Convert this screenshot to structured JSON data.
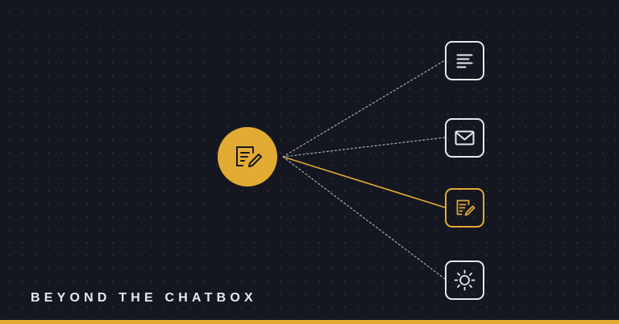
{
  "caption": {
    "text": "BEYOND THE CHATBOX"
  },
  "hub": {
    "icon": "document-pen-icon"
  },
  "targets": [
    {
      "id": "text-lines",
      "icon": "text-lines-icon",
      "active": false
    },
    {
      "id": "mail",
      "icon": "envelope-icon",
      "active": false
    },
    {
      "id": "document-edit",
      "icon": "document-pen-icon",
      "active": true
    },
    {
      "id": "sun",
      "icon": "sun-icon",
      "active": false
    }
  ],
  "colors": {
    "background": "#151720",
    "accent": "#e3aa34",
    "outline": "#e9e9ec",
    "connector": "#a9acb4",
    "caption": "#e8e8ea"
  }
}
